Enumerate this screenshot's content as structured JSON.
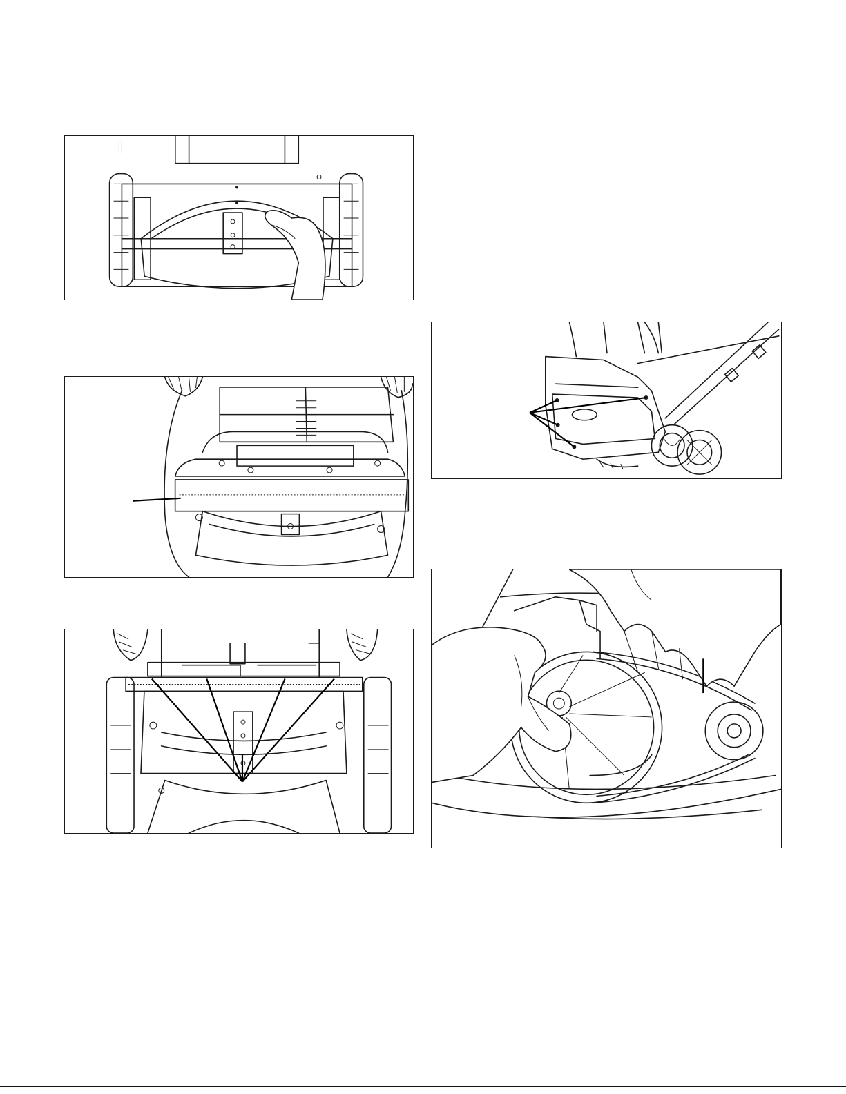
{
  "figures": [
    {
      "id": "fig-a",
      "subject": "hand-adjusting-chute-bracket"
    },
    {
      "id": "fig-b",
      "subject": "scraper-bar-callout"
    },
    {
      "id": "fig-c",
      "subject": "scraper-bar-fasteners-callout"
    },
    {
      "id": "fig-d",
      "subject": "side-cover-screws-callout"
    },
    {
      "id": "fig-e",
      "subject": "drive-belt-removal"
    }
  ],
  "colors": {
    "line": "#1a1a1a",
    "page": "#ffffff"
  }
}
